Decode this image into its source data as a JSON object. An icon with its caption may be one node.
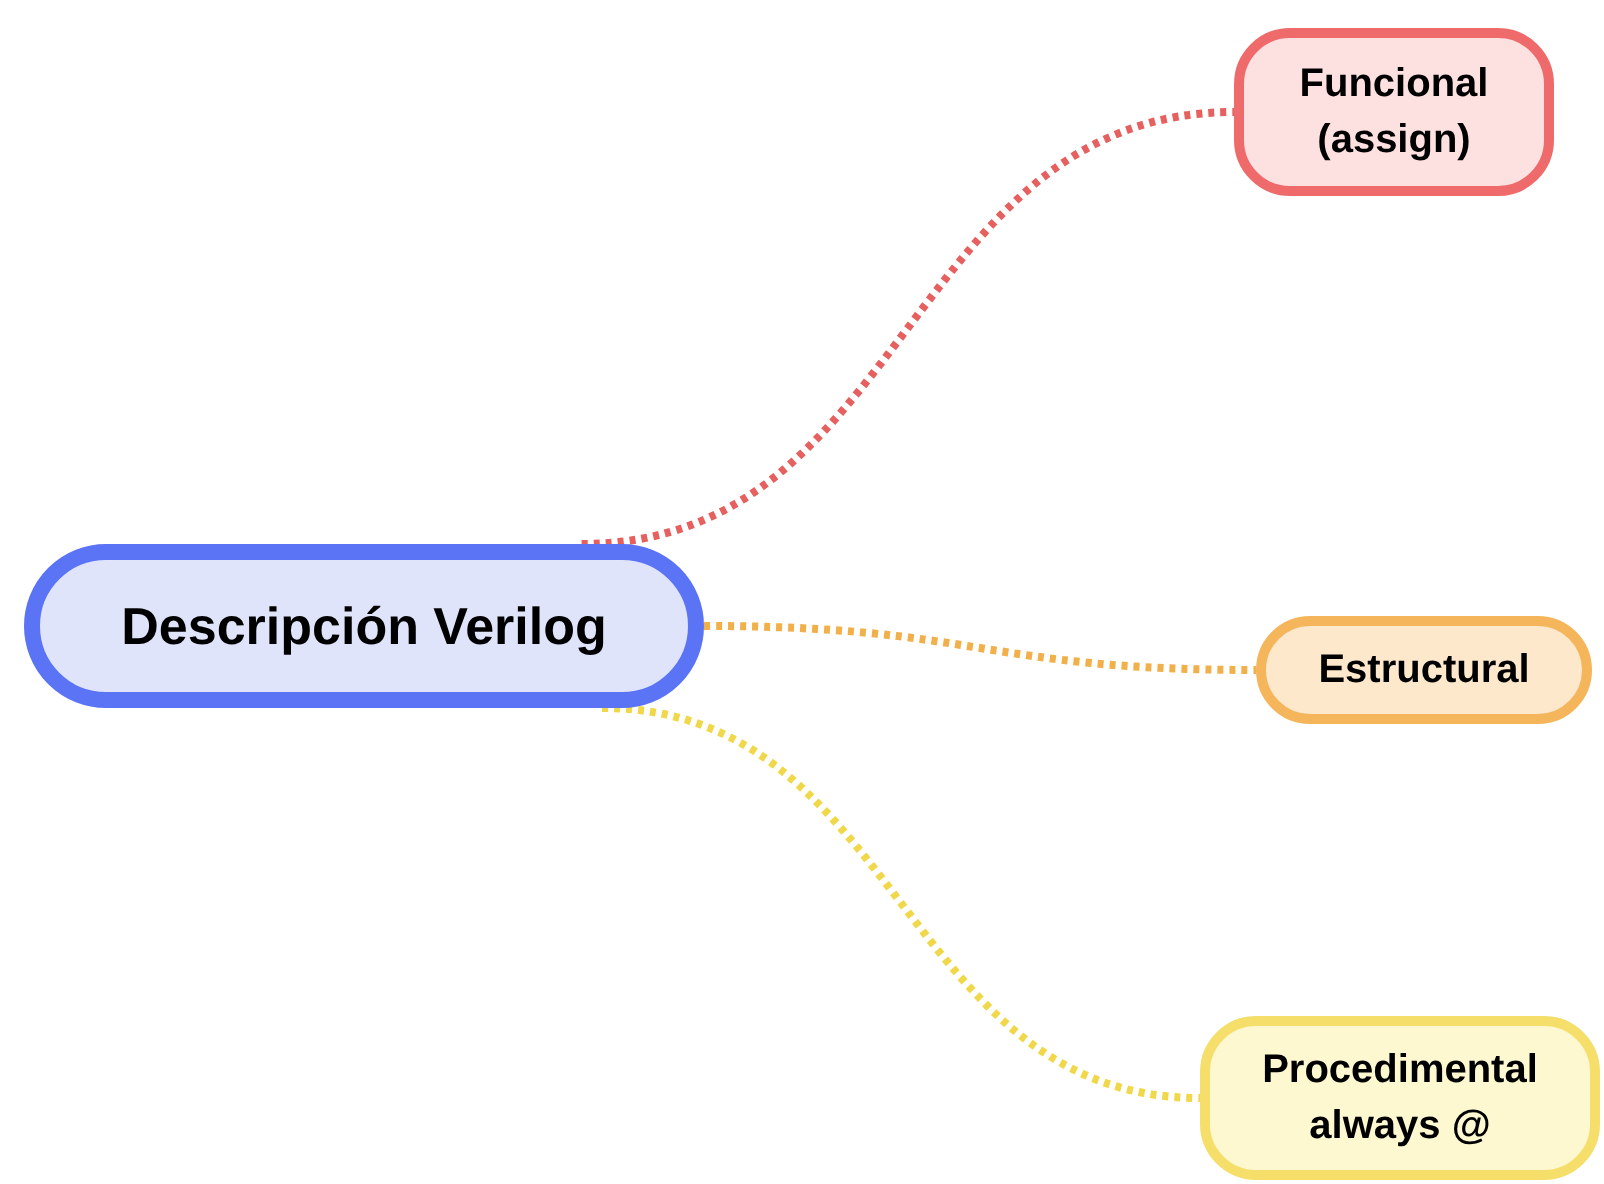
{
  "diagram": {
    "nodes": [
      {
        "text": [
          "Descripción Verilog"
        ]
      },
      {
        "text": [
          "Funcional (assign)"
        ]
      },
      {
        "text": [
          "Estructural"
        ]
      },
      {
        "text": [
          "Procedimental always @"
        ]
      }
    ],
    "edges": [
      {
        "from": 0,
        "to": 1,
        "arrow": "none",
        "style": "dashed",
        "color": "#e5605f"
      },
      {
        "from": 0,
        "to": 2,
        "arrow": "none",
        "style": "dashed",
        "color": "#f2b04a"
      },
      {
        "from": 0,
        "to": 3,
        "arrow": "none",
        "style": "dashed",
        "color": "#f0d84a"
      }
    ]
  }
}
